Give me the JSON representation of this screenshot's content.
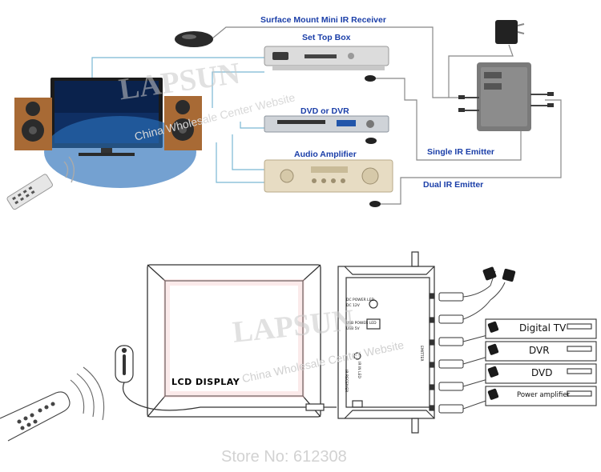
{
  "top_diagram": {
    "labels": {
      "receiver": "Surface Mount Mini IR Receiver",
      "set_top_box": "Set Top Box",
      "dvd_dvr": "DVD or DVR",
      "audio_amplifier": "Audio Amplifier",
      "single_emitter": "Single IR Emitter",
      "dual_emitter": "Dual IR Emitter"
    }
  },
  "watermark": {
    "brand": "LAPSUN",
    "tagline": "China Wholesale Center Website"
  },
  "bottom_diagram": {
    "lcd_label": "LCD DISPLAY",
    "hub_labels": {
      "dc_power": "DC POWER LED",
      "dc_voltage": "DC 12V",
      "usb_power": "USB POWER LED",
      "usb_voltage": "USB 5V",
      "in_led": "IR IN LED",
      "receiver_port": "IR RECEIVER",
      "emitter_port": "EMITTER"
    },
    "devices": {
      "digital_tv": "Digital TV",
      "dvr": "DVR",
      "dvd": "DVD",
      "power_amplifier": "Power amplifier"
    }
  },
  "footer": {
    "store": "Store No: 612308"
  }
}
